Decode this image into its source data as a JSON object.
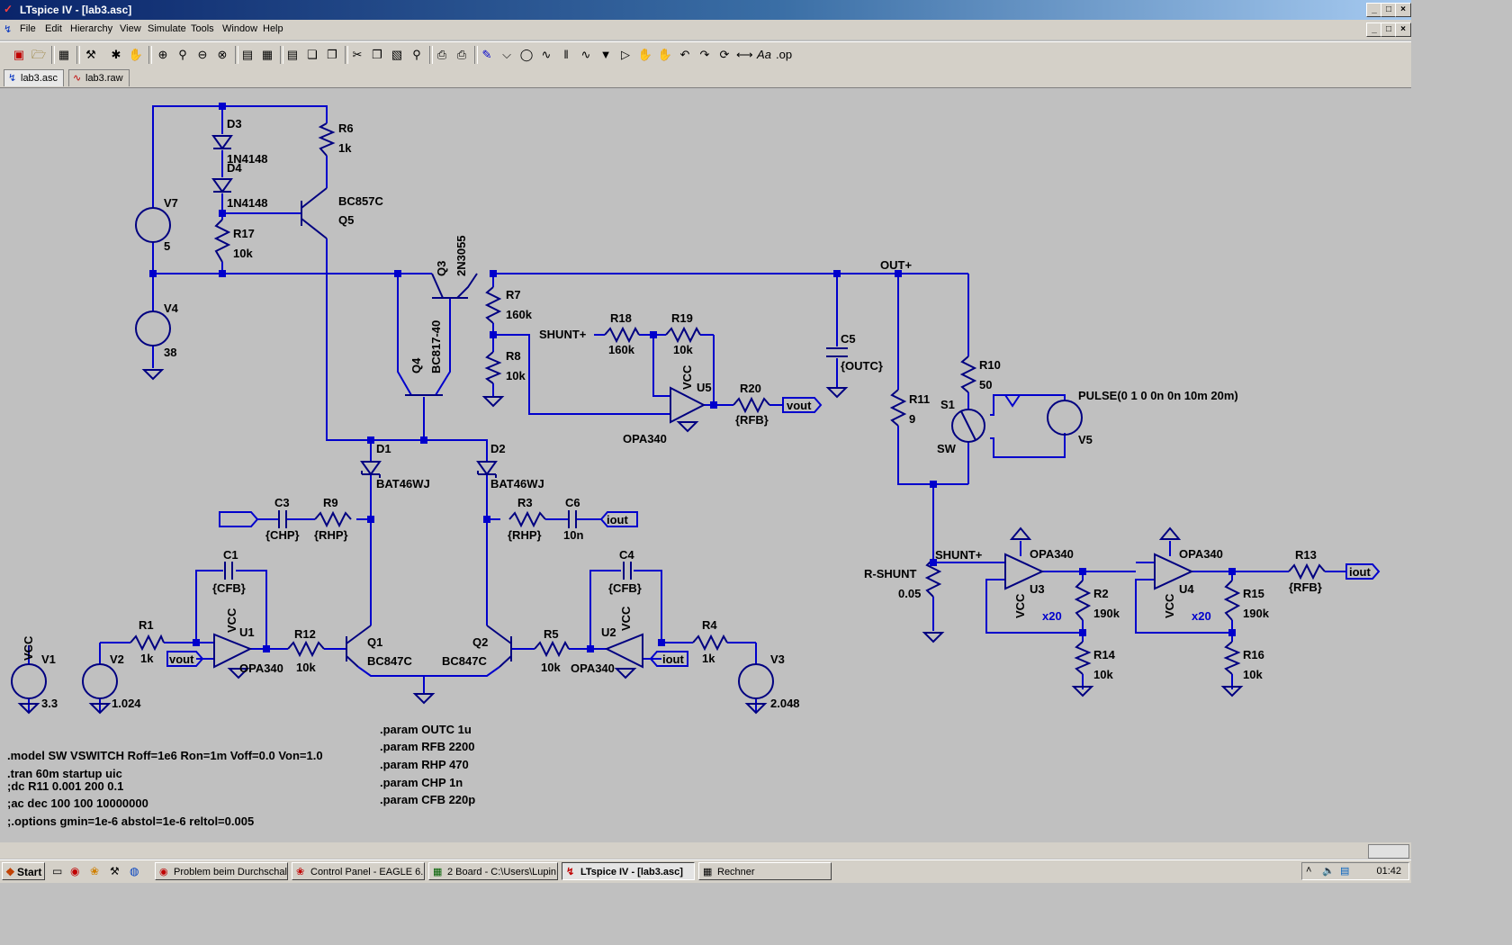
{
  "window": {
    "title": "LTspice IV - [lab3.asc]"
  },
  "menu": [
    "File",
    "Edit",
    "Hierarchy",
    "View",
    "Simulate",
    "Tools",
    "Window",
    "Help"
  ],
  "tabs": [
    {
      "label": "lab3.asc"
    },
    {
      "label": "lab3.raw"
    }
  ],
  "labels": {
    "D3": "D3",
    "D3_model": "1N4148",
    "D4": "D4",
    "D4_model": "1N4148",
    "R6": "R6",
    "R6_val": "1k",
    "Q5_model": "BC857C",
    "Q5": "Q5",
    "V7": "V7",
    "V7_val": "5",
    "R17": "R17",
    "R17_val": "10k",
    "V4": "V4",
    "V4_val": "38",
    "Q3": "Q3",
    "Q3_model": "2N3055",
    "Q4": "Q4",
    "Q4_model": "BC817-40",
    "R7": "R7",
    "R7_val": "160k",
    "R8": "R8",
    "R8_val": "10k",
    "SHUNT_plus": "SHUNT+",
    "R18": "R18",
    "R18_val": "160k",
    "R19": "R19",
    "R19_val": "10k",
    "VCC": "VCC",
    "U5": "U5",
    "U5_model": "OPA340",
    "R20": "R20",
    "R20_val": "{RFB}",
    "vout": "vout",
    "iout": "iout",
    "C5": "C5",
    "C5_val": "{OUTC}",
    "OUT_plus": "OUT+",
    "R10": "R10",
    "R10_val": "50",
    "S1": "S1",
    "SW": "SW",
    "R11": "R11",
    "R11_val": "9",
    "pulse": "PULSE(0 1 0 0n 0n 10m 20m)",
    "V5": "V5",
    "D1": "D1",
    "D1_model": "BAT46WJ",
    "D2": "D2",
    "D2_model": "BAT46WJ",
    "C3": "C3",
    "C3_val": "{CHP}",
    "R9": "R9",
    "R9_val": "{RHP}",
    "R3": "R3",
    "R3_val": "{RHP}",
    "C6": "C6",
    "C6_val": "10n",
    "C1": "C1",
    "C1_val": "{CFB}",
    "C4": "C4",
    "C4_val": "{CFB}",
    "R1": "R1",
    "R1_val": "1k",
    "V2": "V2",
    "V2_val": "1.024",
    "U1": "U1",
    "U1_model": "OPA340",
    "R12": "R12",
    "R12_val": "10k",
    "Q1": "Q1",
    "Q1_model": "BC847C",
    "Q2": "Q2",
    "Q2_model": "BC847C",
    "R5": "R5",
    "R5_val": "10k",
    "U2": "U2",
    "U2_model": "OPA340",
    "R4": "R4",
    "R4_val": "1k",
    "V3": "V3",
    "V3_val": "2.048",
    "V1": "V1",
    "V1_val": "3.3",
    "R_SHUNT": "R-SHUNT",
    "R_SHUNT_val": "0.05",
    "U3": "U3",
    "U3_model": "OPA340",
    "x20": "x20",
    "R2": "R2",
    "R2_val": "190k",
    "R14": "R14",
    "R14_val": "10k",
    "U4": "U4",
    "U4_model": "OPA340",
    "R15": "R15",
    "R15_val": "190k",
    "R16": "R16",
    "R16_val": "10k",
    "R13": "R13",
    "R13_val": "{RFB}"
  },
  "directives_left": [
    ".model SW VSWITCH Roff=1e6 Ron=1m Voff=0.0 Von=1.0",
    ".tran 60m startup uic",
    ";dc R11 0.001 200 0.1",
    ";ac dec 100 100 10000000",
    ";.options gmin=1e-6 abstol=1e-6 reltol=0.005"
  ],
  "directives_right": [
    ".param OUTC 1u",
    ".param RFB 2200",
    ".param RHP 470",
    ".param CHP 1n",
    ".param CFB 220p"
  ],
  "taskbar": {
    "start": "Start",
    "tasks": [
      "Problem beim Durchschal...",
      "Control Panel - EAGLE 6....",
      "2 Board - C:\\Users\\Lupin...",
      "LTspice IV - [lab3.asc]",
      "Rechner"
    ],
    "clock": "01:42"
  }
}
